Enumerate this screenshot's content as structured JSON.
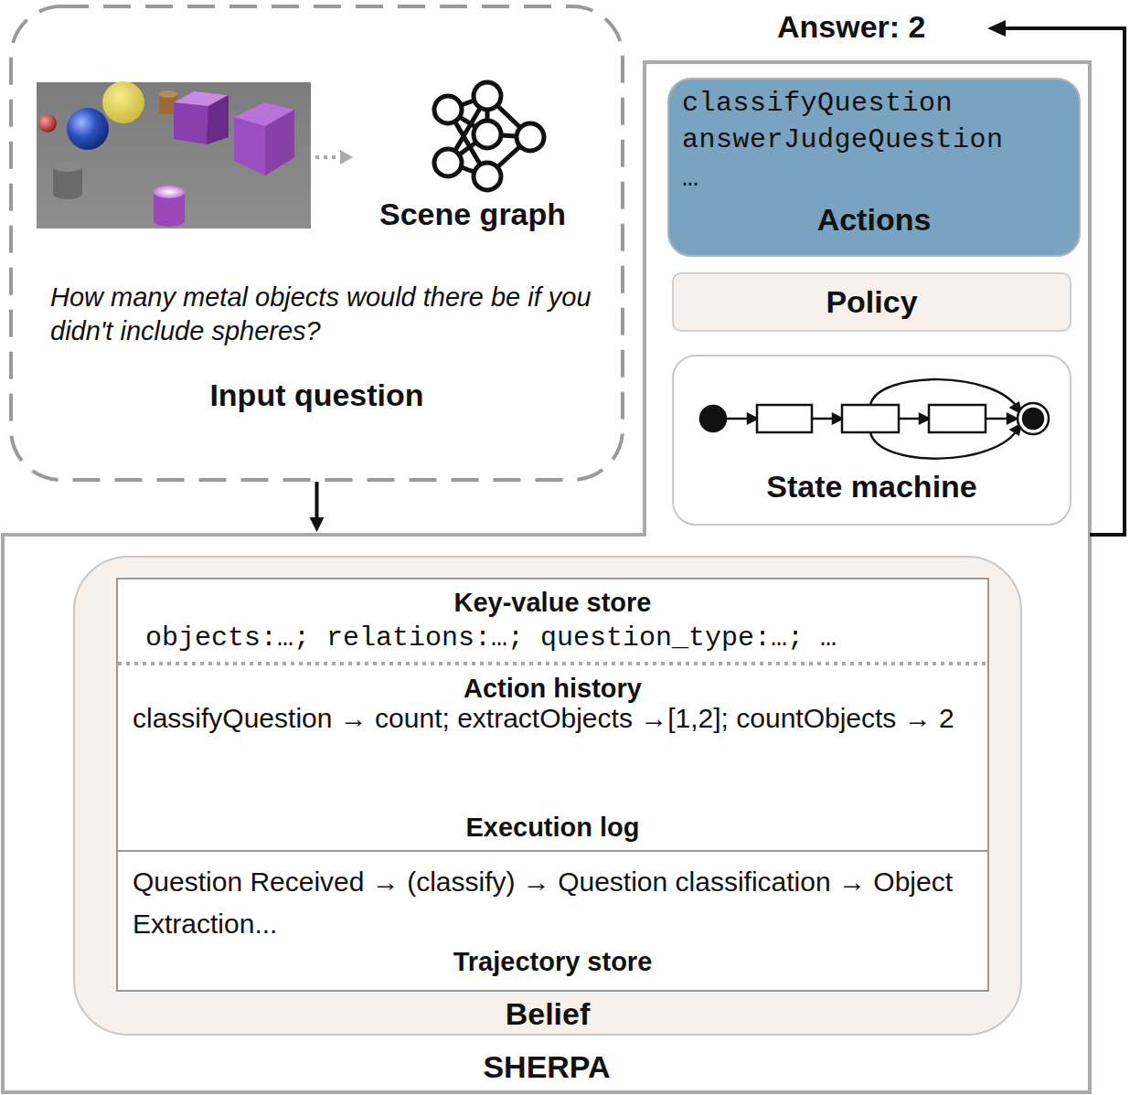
{
  "diagram": {
    "nodes": [
      {
        "text": [
          "How many metal objects would there be if you didn't include spheres?",
          "Input question"
        ]
      },
      {
        "text": [
          "SHERPA"
        ]
      },
      {
        "text": [
          "classifyQuestion",
          "answerJudgeQuestion",
          "…",
          "Actions"
        ],
        "in": 1
      },
      {
        "text": [
          "Policy"
        ],
        "in": 1
      },
      {
        "text": [
          "State machine"
        ],
        "in": 1
      },
      {
        "text": [
          "Belief"
        ],
        "in": 1
      },
      {
        "text": [
          "Key-value store",
          "objects:…; relations:…; question_type:…; …",
          "Action history",
          "classifyQuestion → count; extractObjects →[1,2]; countObjects → 2",
          "Execution log"
        ],
        "in": 5
      },
      {
        "text": [
          "Question Received → (classify) → Question classification → Object Extraction...",
          "Trajectory store"
        ],
        "in": 5
      }
    ],
    "edges": [
      {
        "from": 0,
        "to": 1,
        "arrow": "to"
      }
    ],
    "labels": [
      "Answer: 2",
      "Scene graph"
    ]
  }
}
